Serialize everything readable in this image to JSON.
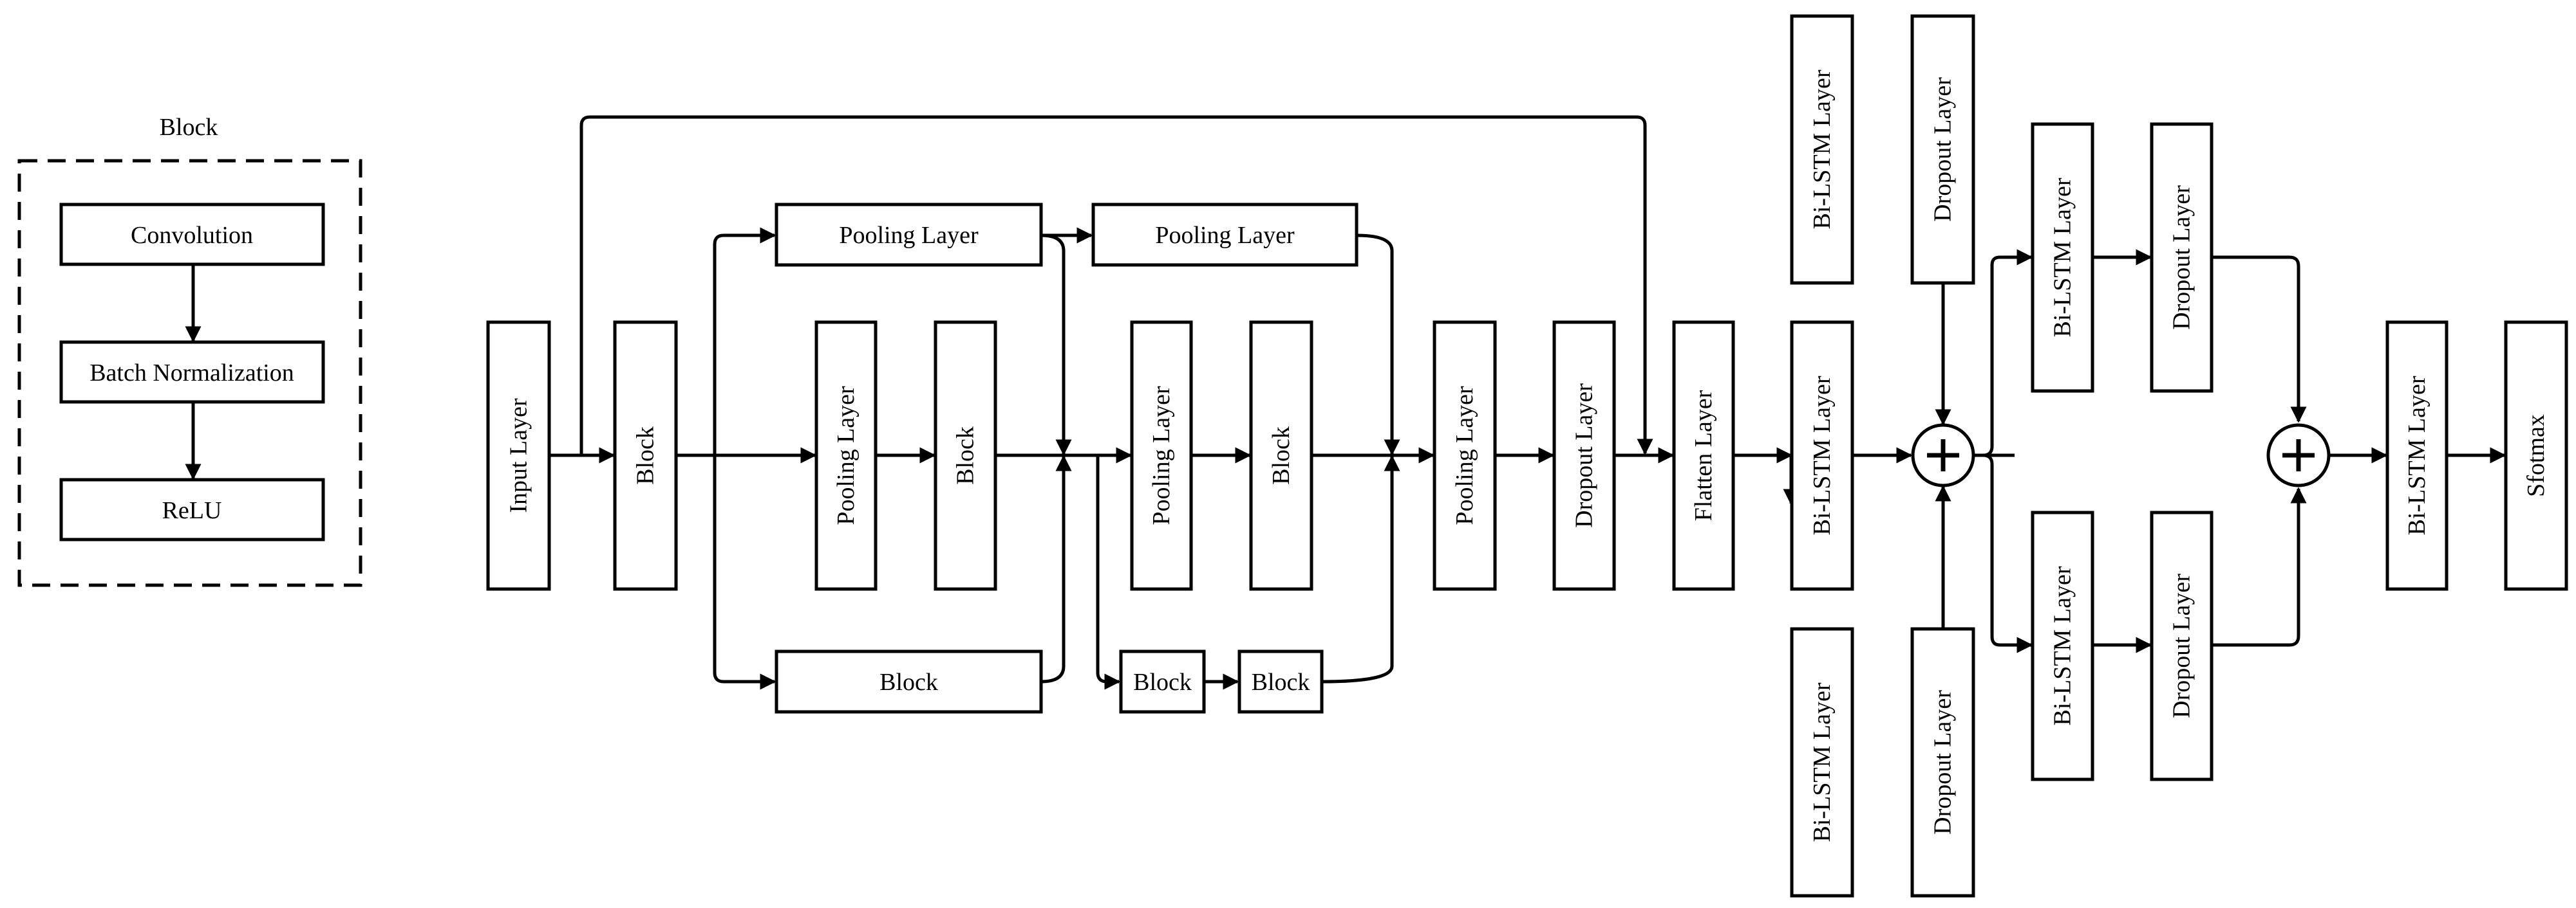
{
  "legend": {
    "title": "Block",
    "steps": [
      "Convolution",
      "Batch Normalization",
      "ReLU"
    ]
  },
  "labels": {
    "input": "Input Layer",
    "block": "Block",
    "pooling": "Pooling Layer",
    "dropout": "Dropout Layer",
    "flatten": "Flatten Layer",
    "bilstm": "Bi-LSTM Layer",
    "softmax": "Sfotmax"
  }
}
